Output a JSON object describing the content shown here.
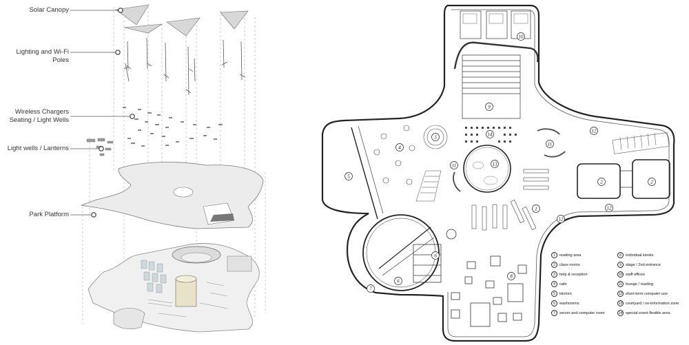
{
  "exploded_axon": {
    "layers": [
      {
        "label": "Solar Canopy"
      },
      {
        "label": "Lighting and Wi-Fi Poles"
      },
      {
        "label": "Wireless Chargers\nSeating / Light Wells"
      },
      {
        "label": "Light wells / Lanterns"
      },
      {
        "label": "Park Platform"
      }
    ]
  },
  "floor_plan": {
    "zone_markers": [
      "1",
      "2",
      "2",
      "3",
      "4",
      "5",
      "6",
      "6",
      "7",
      "8",
      "9",
      "10",
      "11",
      "11",
      "12",
      "12",
      "12",
      "13",
      "14"
    ],
    "legend": [
      {
        "num": "1",
        "text": "reading area"
      },
      {
        "num": "2",
        "text": "class rooms"
      },
      {
        "num": "3",
        "text": "help & reception"
      },
      {
        "num": "4",
        "text": "cafe"
      },
      {
        "num": "5",
        "text": "kitchen"
      },
      {
        "num": "6",
        "text": "washrooms"
      },
      {
        "num": "7",
        "text": "server and computer room"
      },
      {
        "num": "8",
        "text": "individual kiosks"
      },
      {
        "num": "9",
        "text": "stage / 2nd entrance"
      },
      {
        "num": "10",
        "text": "staff offices"
      },
      {
        "num": "11",
        "text": "lounge / reading"
      },
      {
        "num": "12",
        "text": "short-term computer use"
      },
      {
        "num": "13",
        "text": "courtyard / no-information zone"
      },
      {
        "num": "14",
        "text": "special event flexible area"
      }
    ]
  }
}
